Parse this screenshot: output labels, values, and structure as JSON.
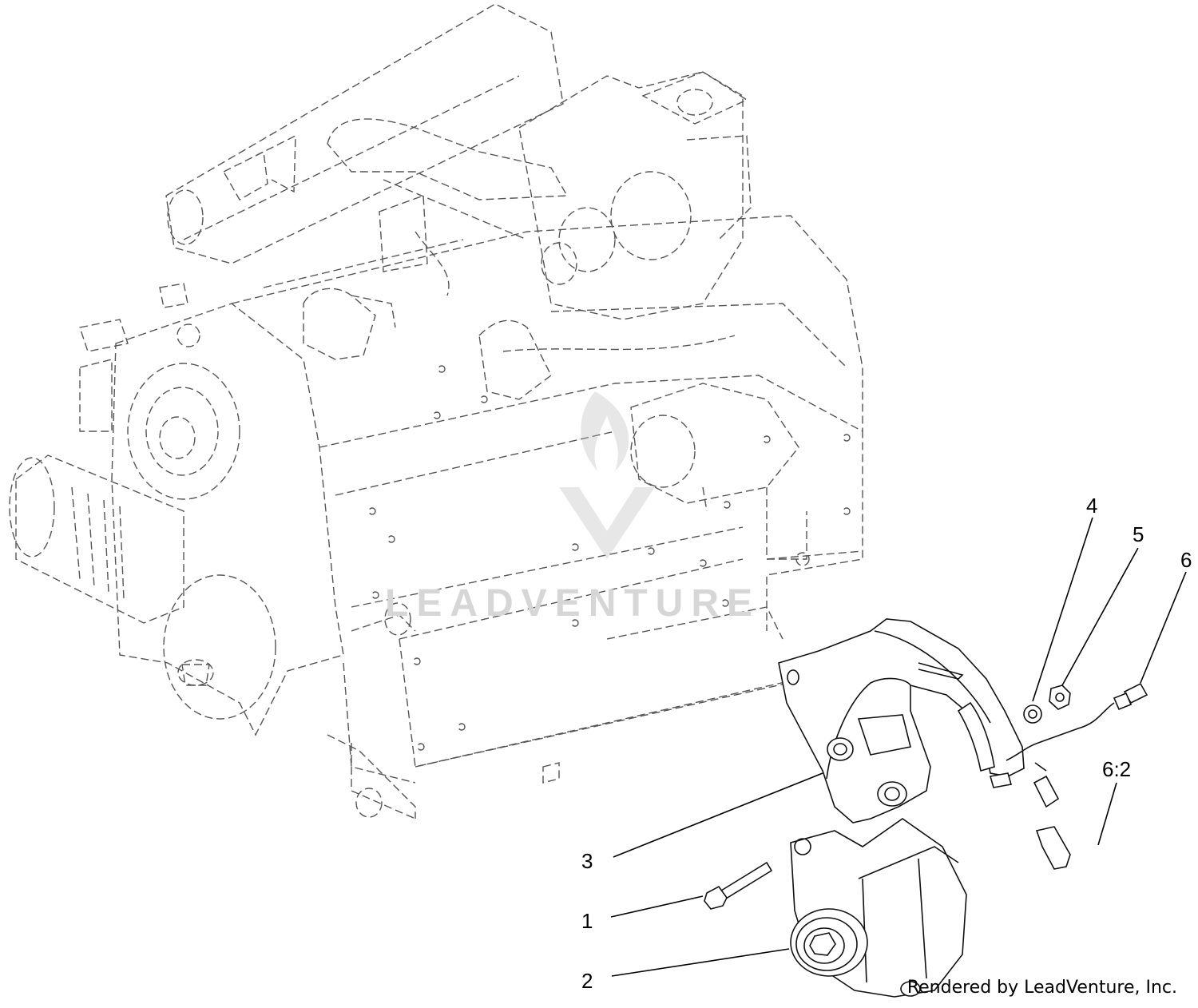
{
  "callouts": [
    {
      "id": "1",
      "label": "1"
    },
    {
      "id": "2",
      "label": "2"
    },
    {
      "id": "3",
      "label": "3"
    },
    {
      "id": "4",
      "label": "4"
    },
    {
      "id": "5",
      "label": "5"
    },
    {
      "id": "6",
      "label": "6"
    },
    {
      "id": "6-2",
      "label": "6:2"
    }
  ],
  "watermark": "LEADVENTURE",
  "footer": "Rendered by LeadVenture, Inc."
}
